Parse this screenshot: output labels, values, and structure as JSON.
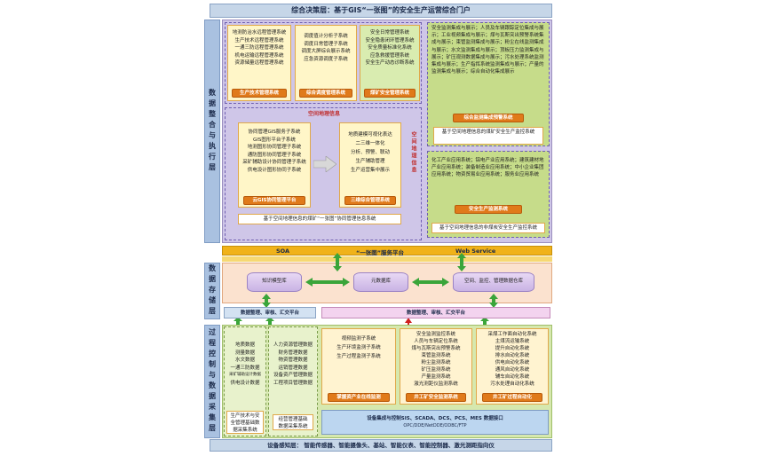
{
  "top_title": "综合决策层：基于GIS“一张图”的安全生产运营综合门户",
  "bottom_title": "设备感知层：  智能传感器、智能摄像头、基站、智能仪表、智能控制器、激光测距指向仪",
  "layers": {
    "decision": "数据整合与执行层",
    "storage": "数据存储层",
    "process": "过程控制与数据采集层"
  },
  "block1": {
    "items": [
      "地测防治水远程管理系统",
      "生产技术远程管理系统",
      "一通三防远程管理系统",
      "机电运输远程管理系统",
      "资源储量远程管理系统"
    ],
    "button": "生产技术管理系统"
  },
  "block2": {
    "items": [
      "调度值计分析子系统",
      "调度日常管理子系统",
      "调度大屏综合展示系统",
      "应急资源调度子系统"
    ],
    "button": "综合调度管理系统"
  },
  "block3": {
    "items": [
      "安全日常管理系统",
      "安全隐患闭环管理系统",
      "安全质量标准化系统",
      "应急救援管理系统",
      "安全生产动态诊断系统"
    ],
    "button": "煤矿安全管理系统"
  },
  "block4": {
    "text": "安全监测集成与展示；人员及车辆跟踪定位集成与展示；工业视频集成与展示；煤与瓦斯突出预警系统集成与展示；束管监测集成与展示；粉尘在线监测集成与展示；水文监测集成与展示；顶板压力监测集成与展示；矿压观测数据集成与展示；污水处理系统监测集成与展示；生产指挥系统监测集成与展示；产量的监测集成与展示；综合自动化集成展示",
    "button": "综合监测集成预警系统",
    "footer": "基于空间地理信息的煤矿安全生产监控系统"
  },
  "spatial": {
    "title": "空间地理信息",
    "side_title": "空间地理信息",
    "left_items": [
      "协同管理GIS服务子系统",
      "GIS图形平台子系统",
      "地测图形协同管理子系统",
      "通防图形协同管理子系统",
      "采矿辅助设计协同管理子系统",
      "供电设计图形协同子系统"
    ],
    "left_button": "云GIS协同管理平台",
    "right_items": [
      "地质建模可视化表达",
      "二三维一体化",
      "分析、预警、联动",
      "生产辅助管理",
      "生产运营集中展示"
    ],
    "right_button": "三维综合管理系统",
    "footer": "基于空间地理信息的煤矿“一张图”协同管理信息系统"
  },
  "block5": {
    "text": "化工产业应用系统；铝电产业应用系统；建筑建材地产业应用系统；装备制造业应用系统；中小企业集团应用系统；物资贸易业应用系统；服务业应用系统",
    "button": "安全生产监测系统",
    "footer": "基于空间地理信息的非煤炭安全生产监控系统"
  },
  "soa": {
    "left": "SOA",
    "center": "“一张图”服务平台",
    "right": "Web Service"
  },
  "storage": {
    "db1": "知识模型库",
    "db2": "元数据库",
    "db3": "空间、监控、管理数据仓库"
  },
  "bars": {
    "left": "数据整理、审核、汇交平台",
    "right": "数据整理、审核、汇交平台"
  },
  "proc_left1": {
    "items": [
      "地质数据",
      "测量数据",
      "水文数据",
      "一通三防数据",
      "采矿辅助设计数据",
      "供电设计数据"
    ],
    "footer": [
      "生产技术与安",
      "全管理基础数",
      "据采集系统"
    ]
  },
  "proc_left2": {
    "items": [
      "人力资源管理数据",
      "财务管理数据",
      "物资管理数据",
      "运销管理数据",
      "设备资产管理数据",
      "工程项目管理数据"
    ],
    "footer": [
      "经营管理基础",
      "数据采集系统"
    ]
  },
  "proc_c1": {
    "items": [
      "视频监测子系统",
      "生产环境监测子系统",
      "生产过程监测子系统"
    ],
    "button": "掌握资产业在线监测"
  },
  "proc_c2": {
    "items": [
      "安全监测监控系统",
      "人员与车辆定位系统",
      "煤与瓦斯突出预警系统",
      "束管监测系统",
      "粉尘监测系统",
      "矿压监测系统",
      "产量监测系统",
      "激光测距仪监测系统"
    ],
    "button": "井工矿安全监测系统"
  },
  "proc_c3": {
    "items": [
      "采煤工作面自动化系统",
      "主煤流运输系统",
      "提升自动化系统",
      "排水自动化系统",
      "供电自动化系统",
      "通风自动化系统",
      "辅车自动化系统",
      "污水处理自动化系统"
    ],
    "button": "井工矿过程自动化"
  },
  "proc_bottom": {
    "line1": "设备集成与控制SIS、SCADA、DCS、PCS、MES 数据接口",
    "line2": "OPC/DDE/NetDDE/ODBC/FTP"
  },
  "colors": {
    "orange": "#e07a1a",
    "green": "#5aa83a",
    "purple": "#cfc6e8"
  }
}
